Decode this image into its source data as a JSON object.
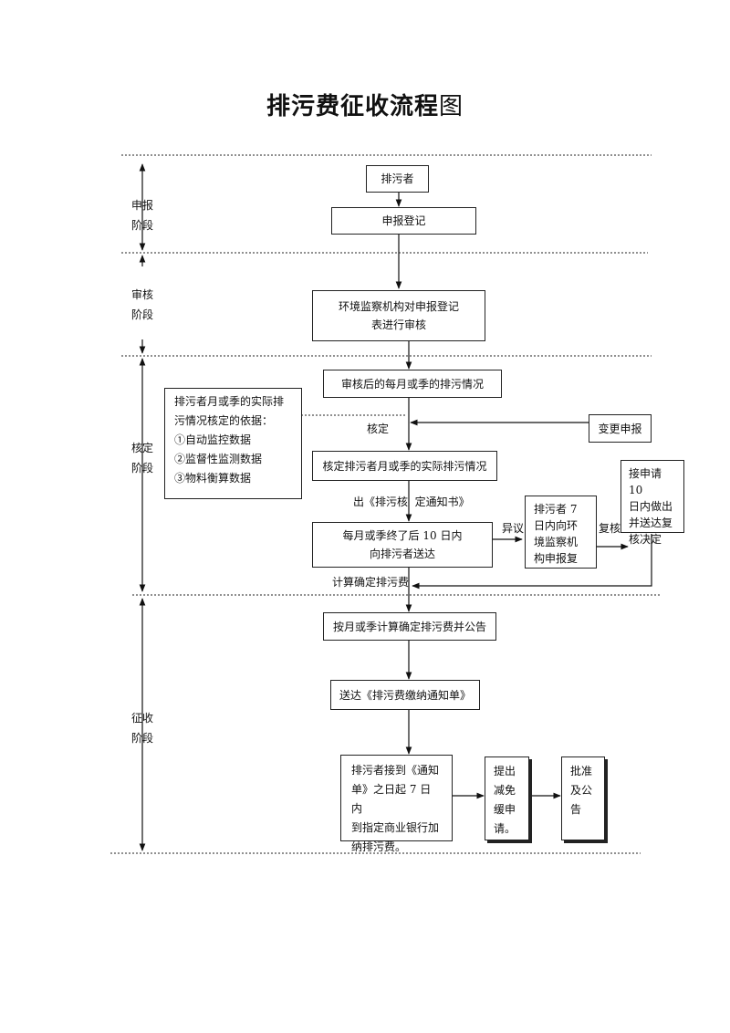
{
  "title": {
    "bold": "排污费征收流程",
    "light": "图"
  },
  "stages": {
    "declare": [
      "申报",
      "阶段"
    ],
    "review": [
      "审核",
      "阶段"
    ],
    "verify": [
      "核定",
      "阶段"
    ],
    "collect": [
      "征收",
      "阶段"
    ]
  },
  "boxes": {
    "polluter": "排污者",
    "declare_register": "申报登记",
    "env_review": [
      "环境监察机构对申报登记",
      "表进行审核"
    ],
    "monthly_status": "审核后的每月或季的排污情况",
    "basis": [
      "排污者月或季的实际排",
      "污情况核定的依据：",
      "①自动监控数据",
      "②监督性监测数据",
      "③物料衡算数据"
    ],
    "change_declare": "变更申报",
    "verify_actual": "核定排污者月或季的实际排污情况",
    "deliver": [
      "每月或季终了后 10 日内",
      "向排污者送达"
    ],
    "polluter_review": [
      "排污者 7",
      "日内向环",
      "境监察机",
      "构申报复"
    ],
    "decision": [
      "接申请 10",
      "日内做出",
      "并送达复",
      "核决定"
    ],
    "calc_announce": "按月或季计算确定排污费并公告",
    "send_notice": "送达《排污费缴纳通知单》",
    "pay": [
      "排污者接到《通知",
      "单》之日起 7 日内",
      "到指定商业银行加",
      "纳排污费。"
    ],
    "apply_relief": [
      "提出",
      "减免",
      "缓申",
      "请。"
    ],
    "approve": [
      "批准",
      "及公",
      "告"
    ]
  },
  "labels": {
    "verify": "核定",
    "issue_notice": "出《排污核  定通知书》",
    "objection": "异议",
    "recheck": "复核",
    "calc_fee": "计算确定排污费"
  }
}
